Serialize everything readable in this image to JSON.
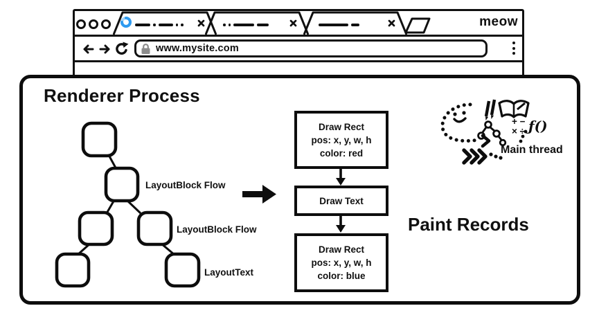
{
  "browser": {
    "brand": "meow",
    "address": {
      "url": "www.mysite.com",
      "lock_icon": "padlock"
    },
    "nav": {
      "back_icon": "left-arrow",
      "forward_icon": "right-arrow",
      "reload_icon": "circular-arrow",
      "menu_icon": "vertical-three-dots"
    },
    "tabs": {
      "count": 3,
      "window_buttons": 3,
      "active_tab_icon": "loading-spinner",
      "close_icon": "x-cross",
      "new_tab_icon": "slanted-parallelogram",
      "title_placeholder": "dashes-and-dots"
    }
  },
  "panel": {
    "title": "Renderer Process",
    "layout_tree": {
      "node_count": 6,
      "labels": [
        "LayoutBlock Flow",
        "LayoutBlock Flow",
        "LayoutText"
      ]
    },
    "flow_arrow": "right-block-arrow",
    "paint_records": {
      "heading": "Paint Records",
      "boxes": [
        {
          "lines": [
            "Draw Rect",
            "pos: x, y, w, h",
            "color: red"
          ]
        },
        {
          "lines": [
            "Draw Text"
          ]
        },
        {
          "lines": [
            "Draw Rect",
            "pos: x, y, w, h",
            "color: blue"
          ]
        }
      ]
    },
    "main_thread": {
      "label": "Main thread",
      "doodle_icons": [
        "smiley-face",
        "pencils",
        "open-book",
        "tree-graph",
        "math-symbols",
        "function-f",
        "chevron-arrows"
      ],
      "math_line1": "+ −",
      "math_line2": "× ÷",
      "function_text": "ƒ()"
    }
  },
  "colors": {
    "ink": "#101010",
    "spinner_blue": "#2e9bf0",
    "spinner_light": "#a6d3f7",
    "lock_gray": "#8c8c8c"
  }
}
